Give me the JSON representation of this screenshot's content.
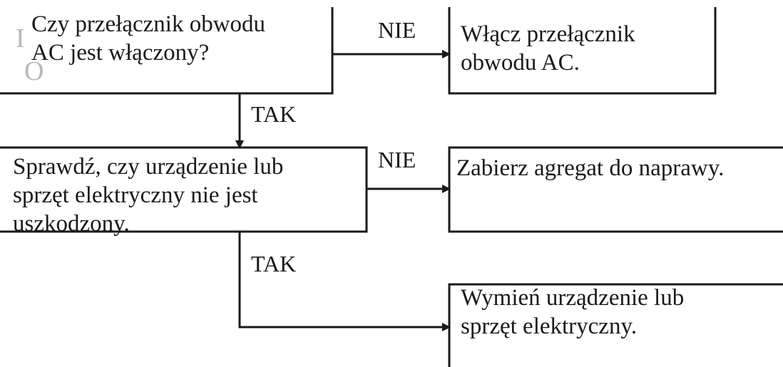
{
  "diagram": {
    "ghost_letters": {
      "first": "I",
      "second": "O"
    },
    "nodes": {
      "q1": "Czy przełącznik obwodu\nAC jest włączony?",
      "a1": "Włącz przełącznik\nobwodu AC.",
      "q2": "Sprawdź, czy urządzenie lub\nsprzęt elektryczny nie jest\nuszkodzony.",
      "a2": "Zabierz agregat do naprawy.",
      "a3": "Wymień urządzenie lub\nsprzęt elektryczny."
    },
    "edge_labels": {
      "q1_no": "NIE",
      "q1_yes": "TAK",
      "q2_no": "NIE",
      "q2_yes": "TAK"
    }
  }
}
